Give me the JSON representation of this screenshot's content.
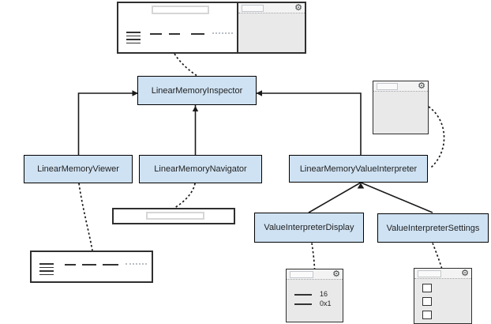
{
  "nodes": {
    "inspector": {
      "label": "LinearMemoryInspector"
    },
    "viewer": {
      "label": "LinearMemoryViewer"
    },
    "navigator": {
      "label": "LinearMemoryNavigator"
    },
    "value_interpreter": {
      "label": "LinearMemoryValueInterpreter"
    },
    "display": {
      "label": "ValueInterpreterDisplay"
    },
    "settings": {
      "label": "ValueInterpreterSettings"
    }
  },
  "mockups": {
    "display_panel": {
      "rows": [
        {
          "value": "16"
        },
        {
          "value": "0x1"
        }
      ]
    },
    "settings_panel": {
      "checkbox_count": 3
    }
  },
  "icons": {
    "gear": "⚙"
  },
  "colors": {
    "node_fill": "#cfe2f3",
    "node_border": "#000000",
    "window_border": "#2f2f2f",
    "panel_body": "#e9e9e9",
    "panel_header": "#f3f3f3",
    "connector": "#1a1a1a"
  }
}
